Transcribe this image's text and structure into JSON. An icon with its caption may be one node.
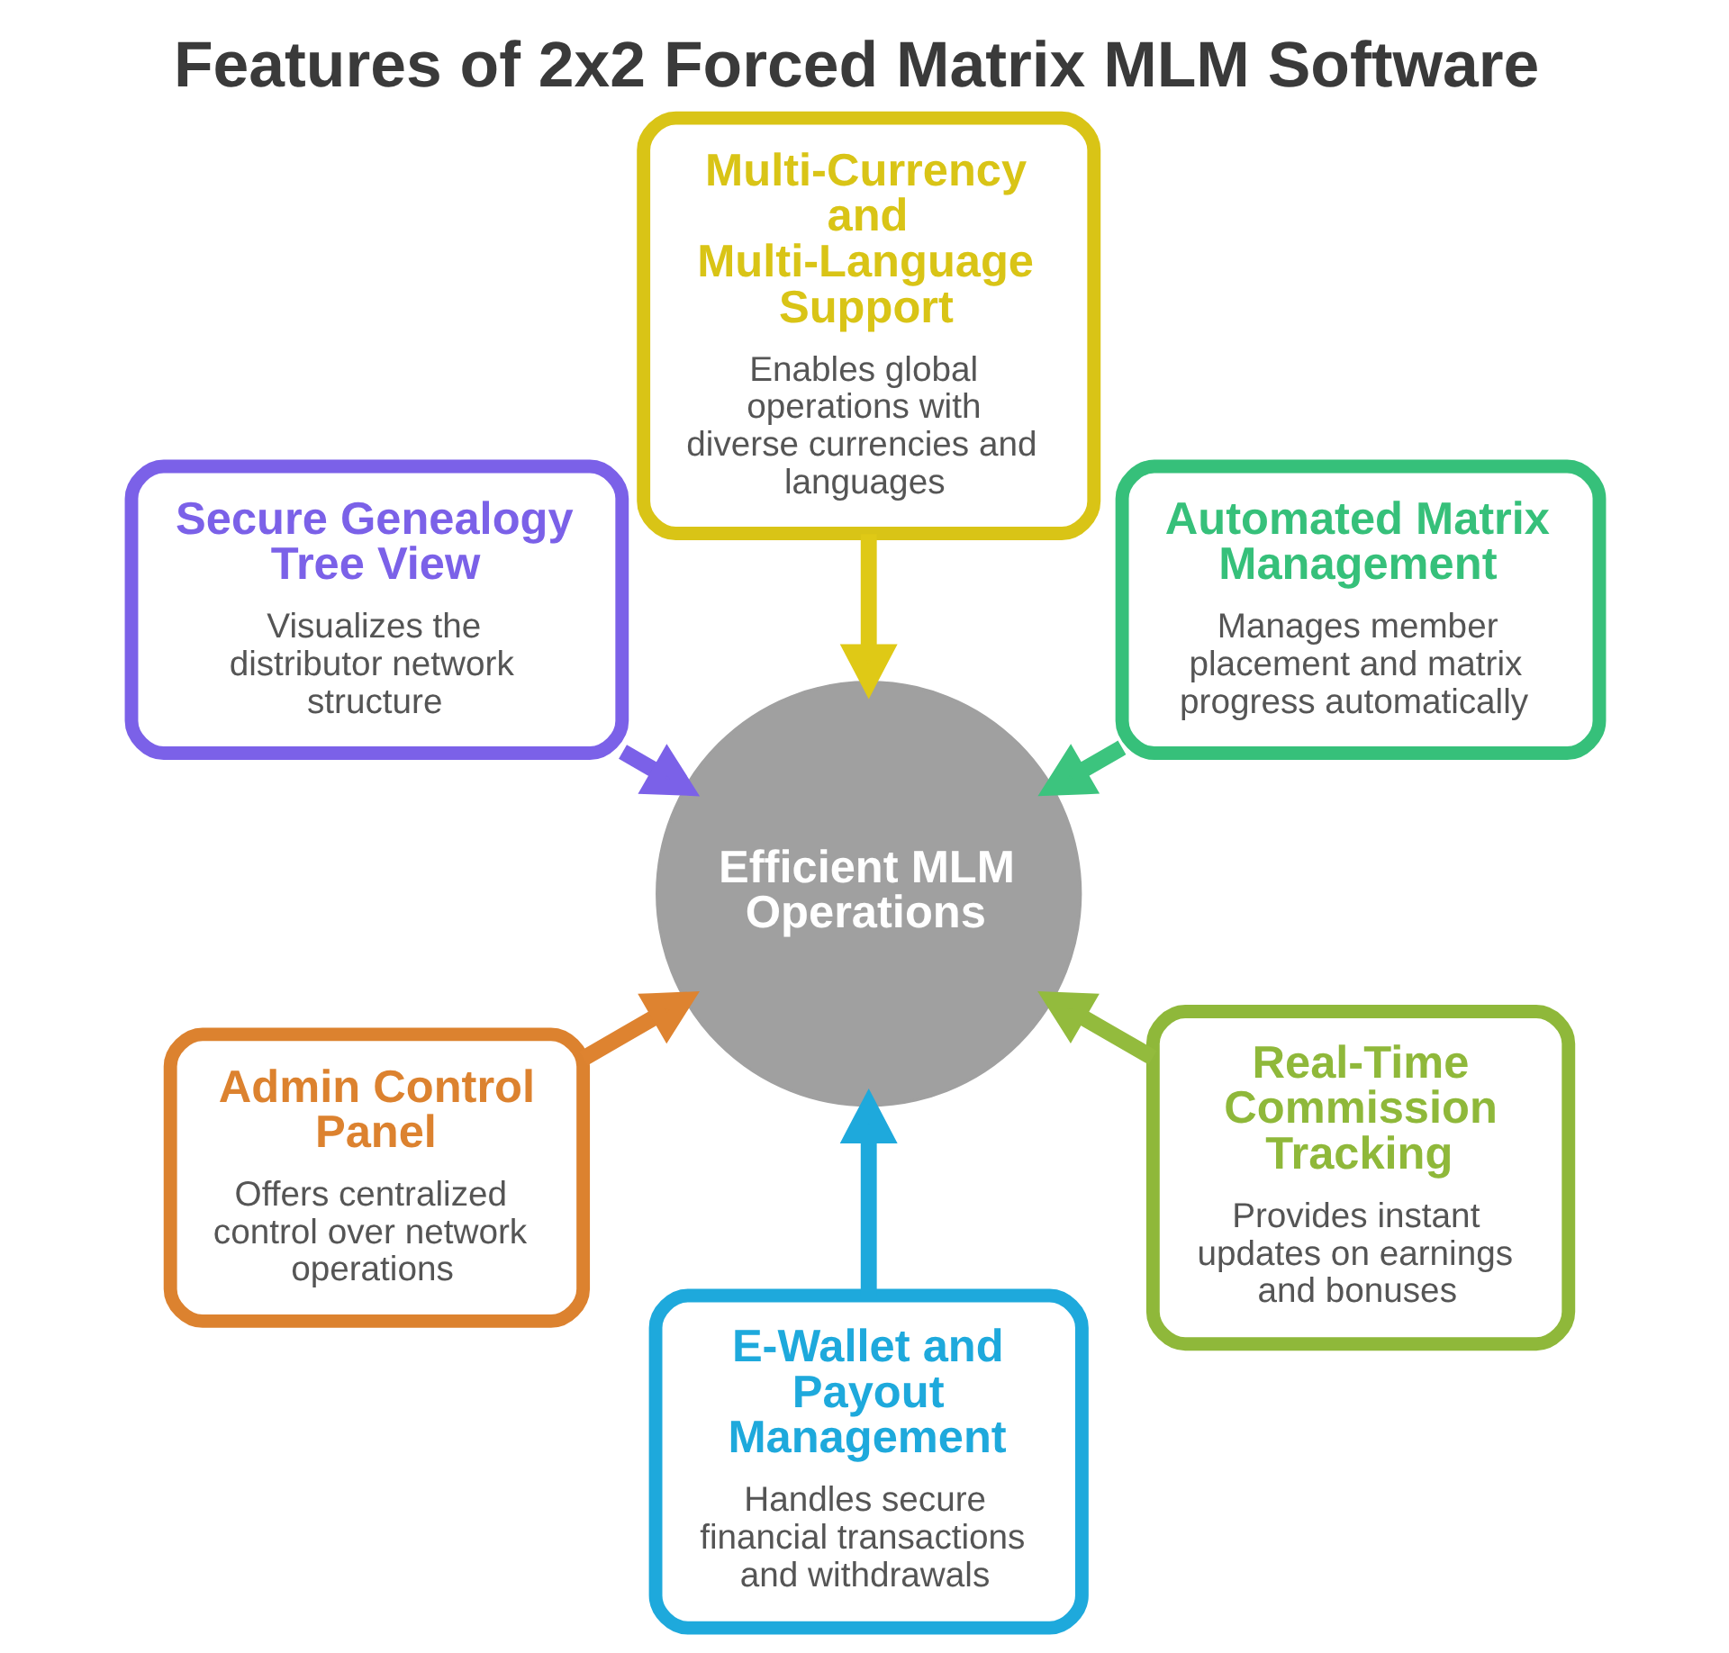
{
  "diagram": {
    "title": "Features of 2x2 Forced Matrix MLM Software",
    "nodes": [
      {
        "text": [
          "Multi-Currency and Multi-Language Support",
          "Enables global operations with diverse currencies and languages"
        ]
      },
      {
        "text": [
          "Automated Matrix Management",
          "Manages member placement and matrix progress automatically"
        ]
      },
      {
        "text": [
          "Secure Genealogy Tree View",
          "Visualizes the distributor network structure"
        ]
      },
      {
        "text": [
          "Efficient MLM Operations"
        ]
      },
      {
        "text": [
          "Real-Time Commission Tracking",
          "Provides instant updates on earnings and bonuses"
        ]
      },
      {
        "text": [
          "Admin Control Panel",
          "Offers centralized control over network operations"
        ]
      },
      {
        "text": [
          "E-Wallet and Payout Management",
          "Handles secure financial transactions and withdrawals"
        ]
      }
    ],
    "edges": [
      {
        "from": 0,
        "to": 3,
        "arrow": "to",
        "color": "#dfc916"
      },
      {
        "from": 1,
        "to": 3,
        "arrow": "to",
        "color": "#3cc47e"
      },
      {
        "from": 4,
        "to": 3,
        "arrow": "to",
        "color": "#93bb3d"
      },
      {
        "from": 6,
        "to": 3,
        "arrow": "to",
        "color": "#1ea9dc"
      },
      {
        "from": 5,
        "to": 3,
        "arrow": "to",
        "color": "#de8330"
      },
      {
        "from": 2,
        "to": 3,
        "arrow": "to",
        "color": "#7b61e8"
      }
    ]
  }
}
